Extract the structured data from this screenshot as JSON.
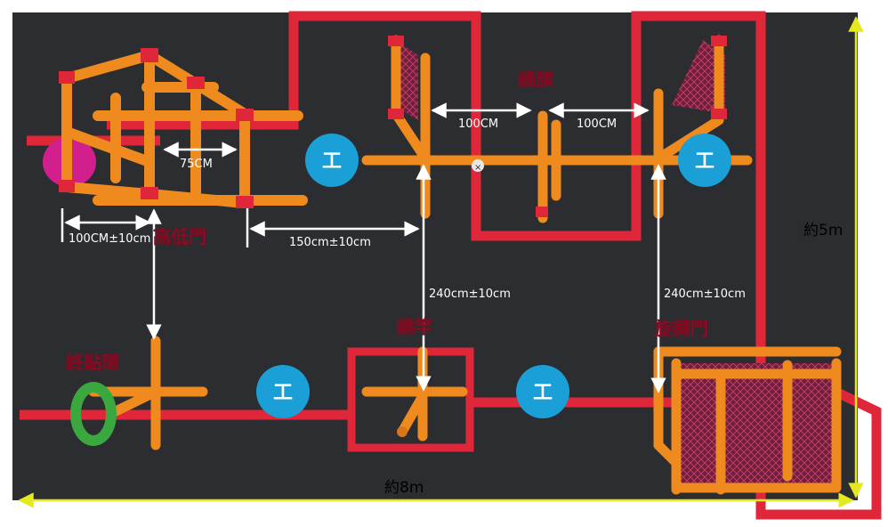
{
  "labels": {
    "station_gate_high_low": "高低門",
    "station_flag": "繞旗",
    "station_pole": "繞竿",
    "station_rotating_gate": "旋轉門",
    "station_finish_ring": "終點環",
    "dim_75": "75CM",
    "dim_100_left": "100CM",
    "dim_100_right": "100CM",
    "dim_100_tol": "100CM±10cm",
    "dim_150_tol": "150cm±10cm",
    "dim_240_left": "240cm±10cm",
    "dim_240_right": "240cm±10cm",
    "width_total": "約8m",
    "height_total": "約5m",
    "marker_text": "工"
  },
  "colors": {
    "background": "#2b2d31",
    "pipe_red": "#e0273a",
    "pipe_orange": "#ef8a1f",
    "marker_blue": "#1a9fd6",
    "ring_green": "#3aa83f",
    "ring_magenta": "#d11f8d",
    "measure_yellow": "#e4ea1d"
  }
}
